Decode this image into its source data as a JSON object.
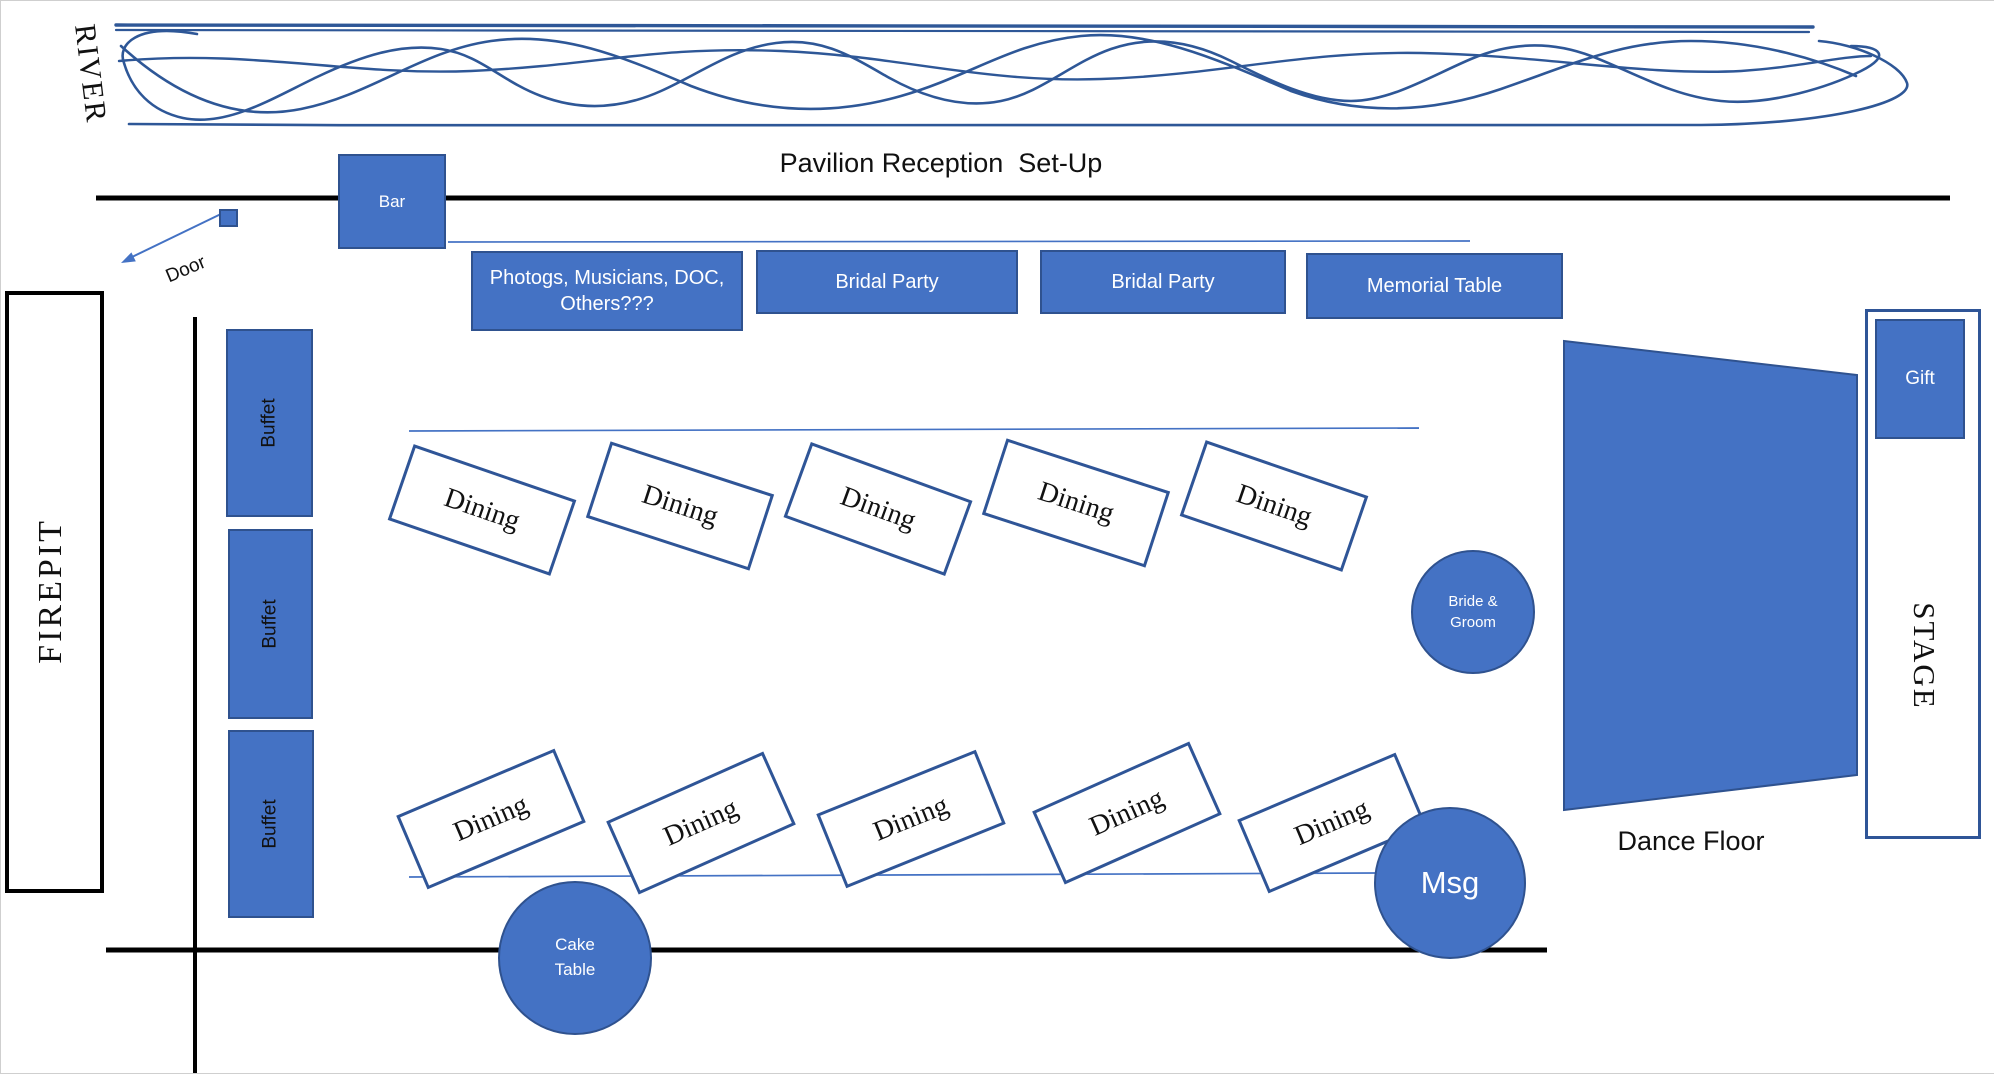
{
  "title": "Pavilion Reception  Set-Up",
  "river": {
    "label": "RIVER"
  },
  "entrance": {
    "door_label": "Door"
  },
  "bar": {
    "label": "Bar"
  },
  "head_tables": [
    {
      "label": "Photogs, Musicians, DOC, Others???"
    },
    {
      "label": "Bridal Party"
    },
    {
      "label": "Bridal Party"
    },
    {
      "label": "Memorial Table"
    }
  ],
  "firepit": {
    "label": "FIREPIT"
  },
  "buffet_tables": [
    {
      "label": "Buffet"
    },
    {
      "label": "Buffet"
    },
    {
      "label": "Buffet"
    }
  ],
  "dining_tables": {
    "top_row": [
      "Dining",
      "Dining",
      "Dining",
      "Dining",
      "Dining"
    ],
    "bottom_row": [
      "Dining",
      "Dining",
      "Dining",
      "Dining",
      "Dining"
    ]
  },
  "special_tables": {
    "bride_groom": {
      "label": "Bride & Groom"
    },
    "message": {
      "label": "Msg"
    },
    "cake": {
      "label": "Cake Table"
    }
  },
  "dance_floor": {
    "label": "Dance Floor"
  },
  "stage": {
    "label": "STAGE"
  },
  "gift": {
    "label": "Gift"
  },
  "colors": {
    "shape_fill": "#4472C4",
    "shape_border": "#2F528F",
    "river_stroke": "#2E5797",
    "table_border": "#2F5597",
    "wall_black": "#000000",
    "text_light": "#FFFFFF",
    "text_dark": "#111111"
  }
}
